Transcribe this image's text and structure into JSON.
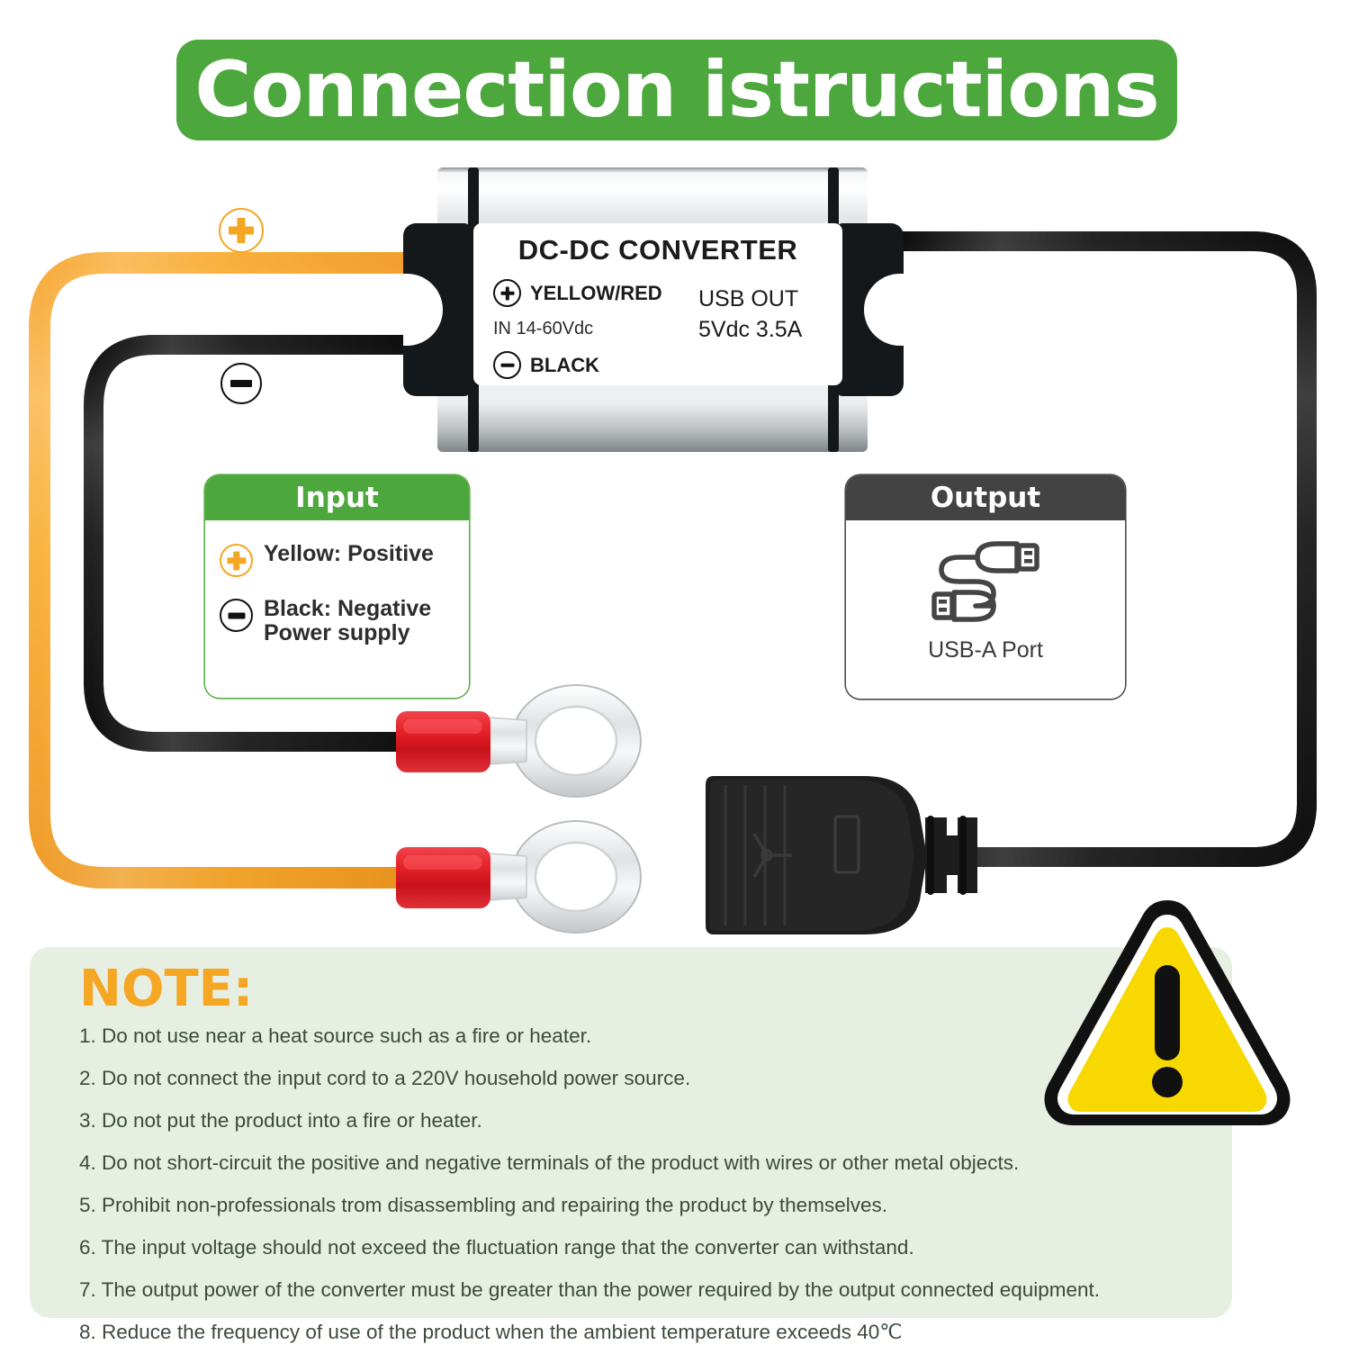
{
  "title": {
    "text": "Connection istructions",
    "banner_color": "#4CA73C"
  },
  "converter": {
    "name": "DC-DC CONVERTER",
    "positive_label": "YELLOW/RED",
    "input_spec": "IN 14-60Vdc",
    "negative_label": "BLACK",
    "output_line1": "USB OUT",
    "output_line2": "5Vdc 3.5A"
  },
  "wire_markers": {
    "positive": "+",
    "negative": "-"
  },
  "input_card": {
    "header": "Input",
    "rows": [
      {
        "symbol": "+",
        "label": "Yellow: Positive"
      },
      {
        "symbol": "-",
        "label": "Black: Negative\nPower supply"
      }
    ],
    "header_color": "#4CA73C"
  },
  "output_card": {
    "header": "Output",
    "caption": "USB-A Port",
    "icon": "usb-cable-icon",
    "header_color": "#434343"
  },
  "note": {
    "title": "NOTE:",
    "title_color": "#F5A623",
    "panel_color": "#E7EFE3",
    "items": [
      "1. Do not use near a heat source such as a fire or heater.",
      "2. Do not connect the input cord to a 220V household power source.",
      "3. Do not put the product into a fire or heater.",
      "4. Do not short-circuit the positive and negative terminals of the product with wires or other metal objects.",
      "5. Prohibit non-professionals trom disassembling and repairing the product by themselves.",
      "6. The input voltage should not exceed the fluctuation range that the converter can withstand.",
      "7. The output power of the converter must be greater than the power required by the output connected equipment.",
      "8. Reduce the frequency of use of the product when the ambient temperature exceeds 40℃"
    ]
  },
  "warning": {
    "icon": "warning-triangle-icon",
    "fill_color": "#F7D800"
  },
  "hardware": {
    "positive_wire_color": "#FBB040",
    "negative_wire_color": "#2b2b2b",
    "ring_terminal_color": "#E8232A",
    "usb_connector": "usb-a-female-connector"
  }
}
